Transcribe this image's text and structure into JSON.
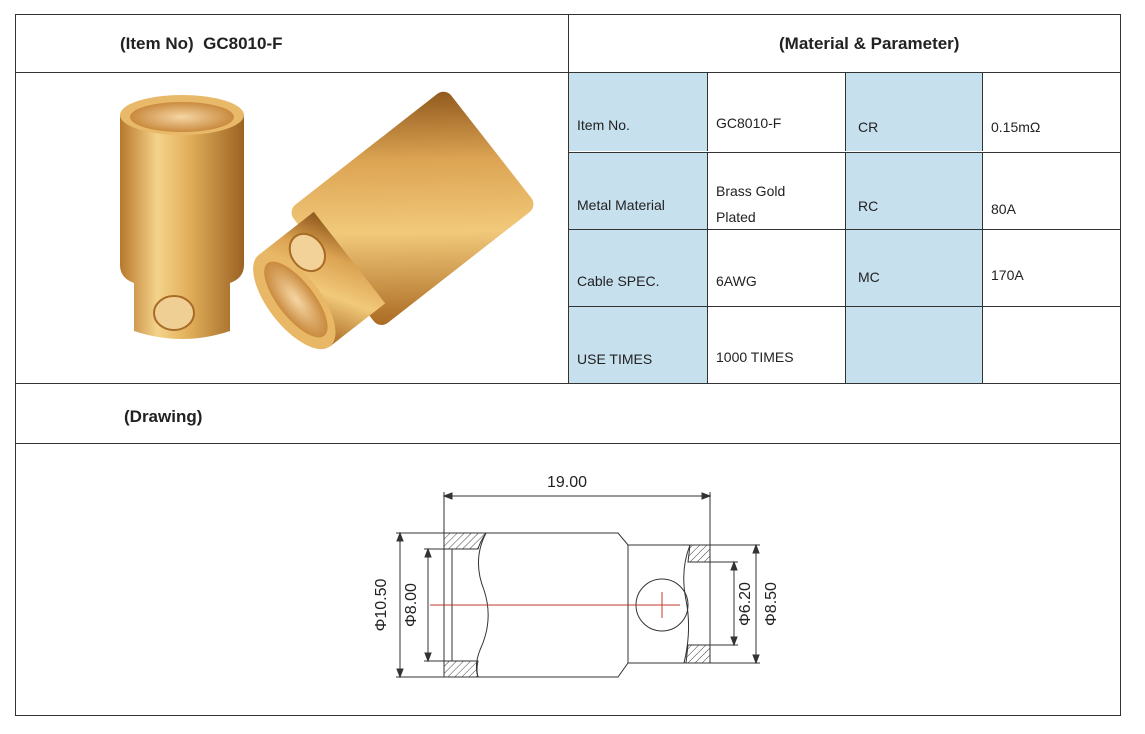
{
  "header": {
    "item_no_label": "(Item No)",
    "item_no_value": "GC8010-F",
    "material_title": "(Material & Parameter)"
  },
  "product_image": {
    "description_icon": "gold-bullet-connector-photo"
  },
  "params": {
    "item_no_label": "Item No.",
    "item_no_value": "GC8010-F",
    "cr_label": "CR",
    "cr_value": "0.15mΩ",
    "metal_label": "Metal Material",
    "metal_value_line1": "Brass Gold",
    "metal_value_line2": "Plated",
    "rc_label": "RC",
    "rc_value": "80A",
    "cable_label": "Cable SPEC.",
    "cable_value": "6AWG",
    "mc_label": "MC",
    "mc_value": "170A",
    "use_label": "USE TIMES",
    "use_value": "1000 TIMES"
  },
  "drawing": {
    "title": "(Drawing)",
    "length": "19.00",
    "d1": "Φ10.50",
    "d2": "Φ8.00",
    "d3": "Φ6.20",
    "d4": "Φ8.50"
  },
  "colors": {
    "label_bg": "#c6e0ee",
    "gold": "#d9a441",
    "centerline": "#c0392b"
  }
}
